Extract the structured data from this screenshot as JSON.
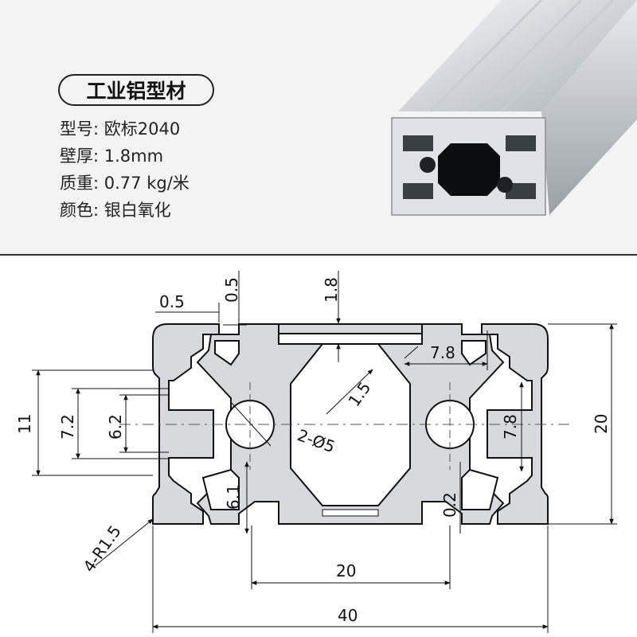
{
  "title": "工业铝型材",
  "specs": [
    {
      "label": "型号",
      "value": "欧标2040"
    },
    {
      "label": "壁厚",
      "value": "1.8mm"
    },
    {
      "label": "质重",
      "value": "0.77 kg/米"
    },
    {
      "label": "颜色",
      "value": "银白氧化"
    }
  ],
  "dimensions": {
    "d_0_5_h": "0.5",
    "d_0_5_v": "0.5",
    "d_1_8": "1.8",
    "d_7_8_top": "7.8",
    "d_1_5": "1.5",
    "d_11": "11",
    "d_7_2": "7.2",
    "d_6_2": "6.2",
    "d_2_o5": "2-Ø5",
    "d_7_8_right": "7.8",
    "d_20_right": "20",
    "d_6_1": "6.1",
    "d_0_2": "0.2",
    "d_4_r1_5": "4-R1.5",
    "d_20_bottom": "20",
    "d_40": "40"
  },
  "colors": {
    "background": "#ffffff",
    "top_panel": "#f4f4f4",
    "aluminum": "#d4d8dc",
    "line": "#111111"
  }
}
